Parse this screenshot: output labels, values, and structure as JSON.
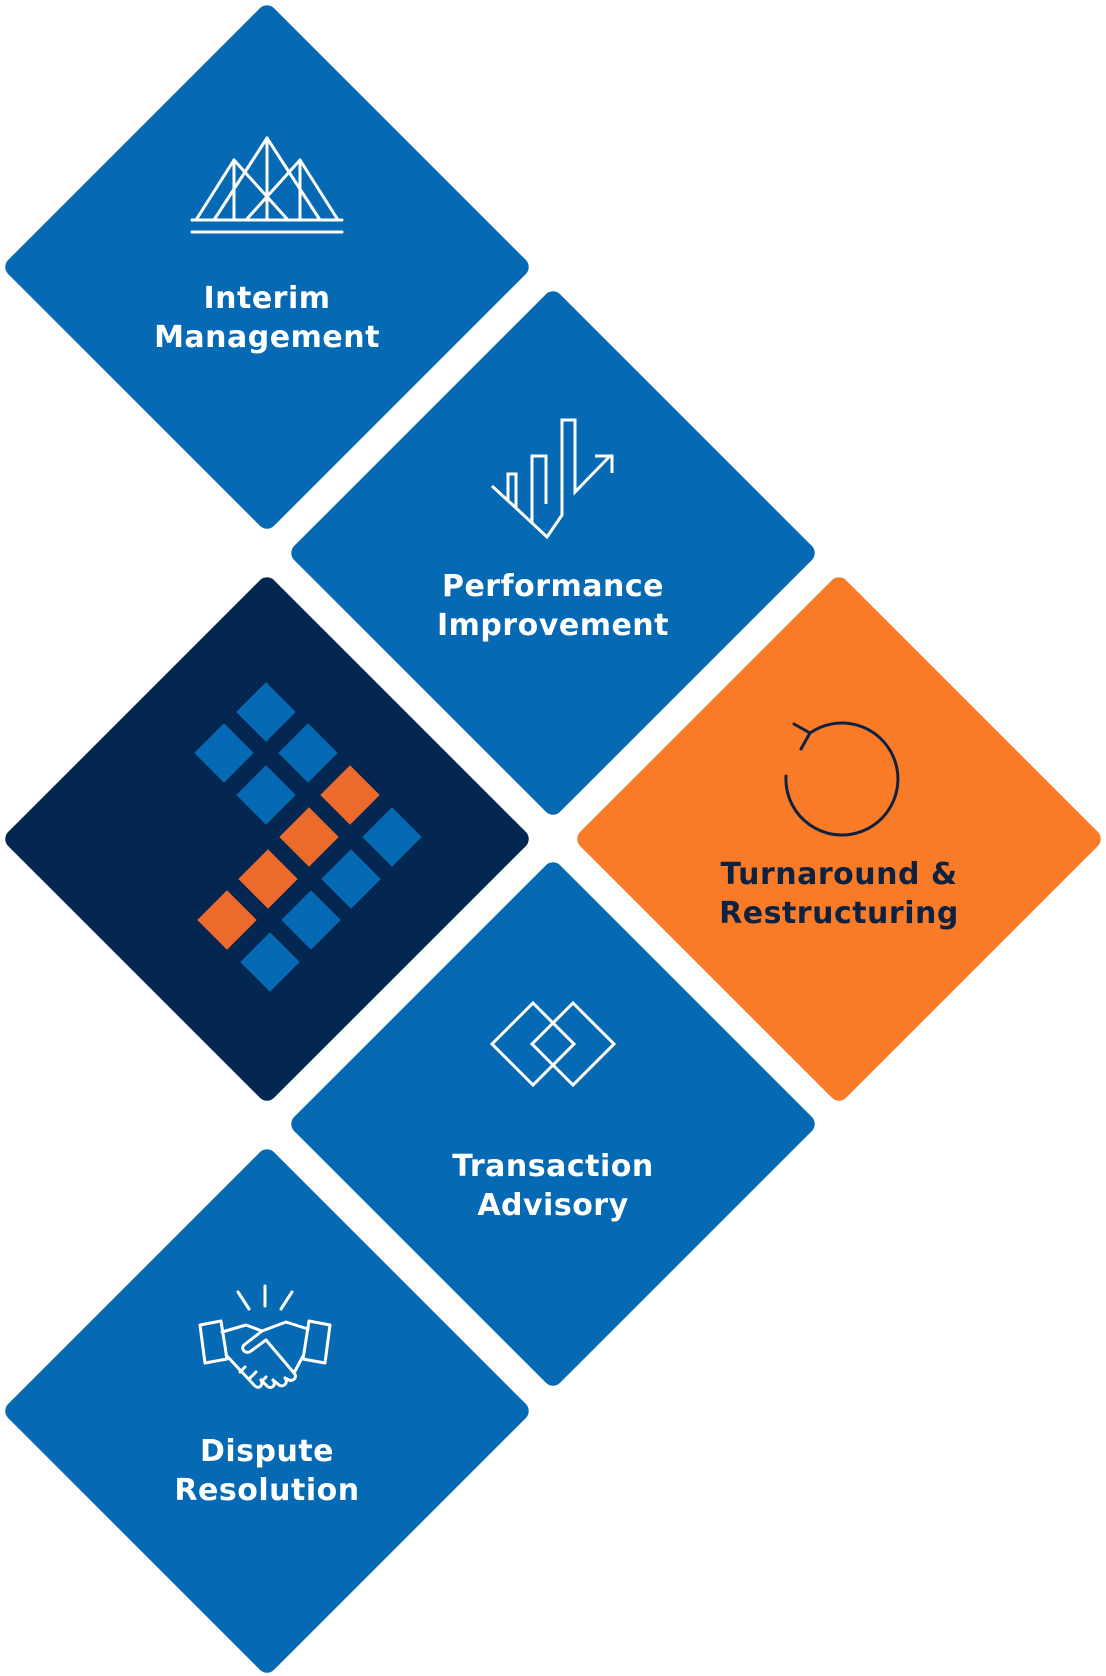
{
  "colors": {
    "blue": "#0669B3",
    "navy": "#042751",
    "orange": "#F97A27",
    "grid_blue": "#0669B3",
    "grid_orange": "#EC6A2C",
    "white": "#FFFFFF",
    "dark_text": "#0E2240"
  },
  "tiles": {
    "interim": {
      "line1": "Interim",
      "line2": "Management",
      "icon": "bridge-icon"
    },
    "performance": {
      "line1": "Performance",
      "line2": "Improvement",
      "icon": "growth-chart-icon"
    },
    "logo": {
      "icon": "brand-grid-logo"
    },
    "turnaround": {
      "line1": "Turnaround &",
      "line2": "Restructuring",
      "icon": "refresh-icon"
    },
    "transaction": {
      "line1": "Transaction",
      "line2": "Advisory",
      "icon": "overlapping-diamonds-icon"
    },
    "dispute": {
      "line1": "Dispute",
      "line2": "Resolution",
      "icon": "handshake-icon"
    }
  }
}
